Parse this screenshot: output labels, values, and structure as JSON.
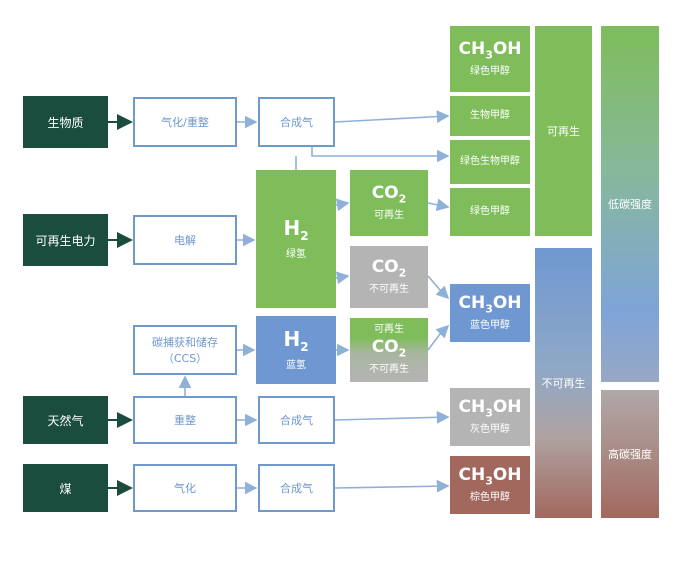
{
  "sources": {
    "biomass": "生物质",
    "renewable_power": "可再生电力",
    "natural_gas": "天然气",
    "coal": "煤"
  },
  "processes": {
    "gasification_reforming": "气化/重整",
    "syngas_1": "合成气",
    "electrolysis": "电解",
    "ccs": "碳捕获和储存（CCS）",
    "reforming": "重整",
    "syngas_2": "合成气",
    "gasification": "气化",
    "syngas_3": "合成气"
  },
  "hydrogen": {
    "formula_main": "H",
    "formula_sub": "2",
    "green_label": "绿氢",
    "blue_label": "蓝氢"
  },
  "co2": {
    "formula_main": "CO",
    "formula_sub": "2",
    "renewable_label": "可再生",
    "nonrenewable_label": "不可再生",
    "mixed_top_label": "可再生",
    "mixed_bottom_label": "不可再生"
  },
  "methanol": {
    "formula_a": "CH",
    "formula_sub": "3",
    "formula_b": "OH",
    "green": "绿色甲醇",
    "bio": "生物甲醇",
    "green_bio": "绿色生物甲醇",
    "green_2": "绿色甲醇",
    "blue": "蓝色甲醇",
    "grey": "灰色甲醇",
    "brown": "棕色甲醇"
  },
  "columns": {
    "renewable": "可再生",
    "nonrenewable": "不可再生",
    "low_carbon": "低碳强度",
    "high_carbon": "高碳强度"
  },
  "colors": {
    "source_dark": "#1b4d3e",
    "green": "#7ebd5a",
    "blue": "#6f98d2",
    "grey": "#b4b4b4",
    "brown": "#a2685e",
    "arrow_light": "#8fb0d8"
  }
}
